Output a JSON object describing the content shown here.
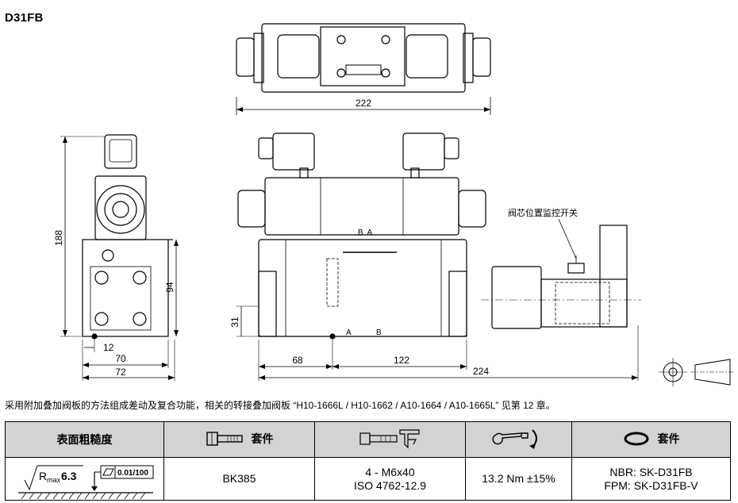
{
  "title": "D31FB",
  "drawing": {
    "dim_top_width": "222",
    "dim_height": "188",
    "dim_94": "94",
    "dim_31": "31",
    "dim_12": "12",
    "dim_70": "70",
    "dim_72": "72",
    "dim_68": "68",
    "dim_122": "122",
    "dim_224": "224",
    "port_label_top": "B  A",
    "port_a": "A",
    "port_b": "B",
    "callout_label": "阀芯位置监控开关"
  },
  "note": "采用附加叠加阀板的方法组成差动及复合功能，相关的转接叠加阀板 “H10-1666L / H10-1662 / A10-1664 / A10-1665L” 见第 12 章。",
  "table": {
    "headers": {
      "roughness": "表面粗糙度",
      "bolts": "套件",
      "seals": "套件"
    },
    "row": {
      "roughness_value": "6.3",
      "roughness_sub": "max",
      "roughness_r": "R",
      "flatness": "0.01/100",
      "bolt_kit": "BK385",
      "bolt_spec_1": "4 - M6x40",
      "bolt_spec_2": "ISO 4762-12.9",
      "torque": "13.2 Nm ±15%",
      "seal_nbr": "NBR: SK-D31FB",
      "seal_fpm": "FPM: SK-D31FB-V"
    }
  }
}
